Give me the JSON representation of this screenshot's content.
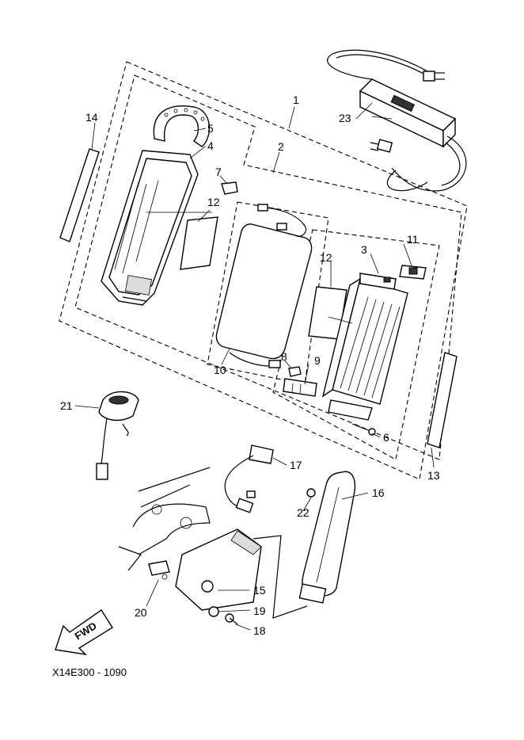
{
  "diagram": {
    "code": "X14E300 - 1090",
    "fwd_label": "FWD",
    "callouts": [
      "1",
      "2",
      "3",
      "4",
      "5",
      "6",
      "7",
      "8",
      "9",
      "10",
      "11",
      "12",
      "12",
      "13",
      "14",
      "15",
      "16",
      "17",
      "18",
      "19",
      "20",
      "21",
      "22",
      "23"
    ]
  }
}
